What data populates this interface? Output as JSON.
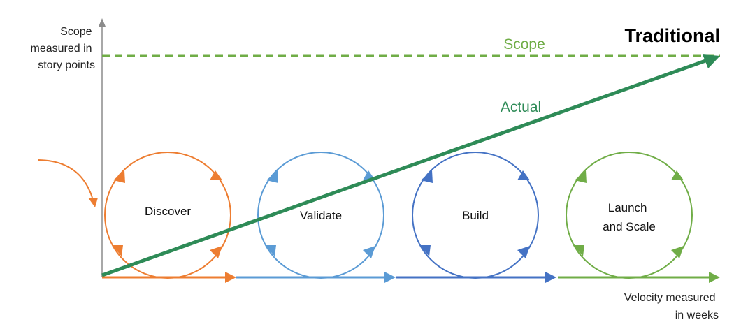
{
  "title": "Traditional",
  "y_axis_label": [
    "Scope",
    "measured in",
    "story points"
  ],
  "x_axis_label": [
    "Velocity measured",
    "in weeks"
  ],
  "scope_line_label": "Scope",
  "actual_line_label": "Actual",
  "stages": [
    {
      "name": "discover",
      "lines": [
        "Discover"
      ],
      "color": "#ED7D31"
    },
    {
      "name": "validate",
      "lines": [
        "Validate"
      ],
      "color": "#5B9BD5"
    },
    {
      "name": "build",
      "lines": [
        "Build"
      ],
      "color": "#4472C4"
    },
    {
      "name": "launch",
      "lines": [
        "Launch",
        "and Scale"
      ],
      "color": "#70AD47"
    }
  ],
  "colors": {
    "axis": "#8C8C8C",
    "scope": "#70AD47",
    "actual": "#2E8B57"
  }
}
